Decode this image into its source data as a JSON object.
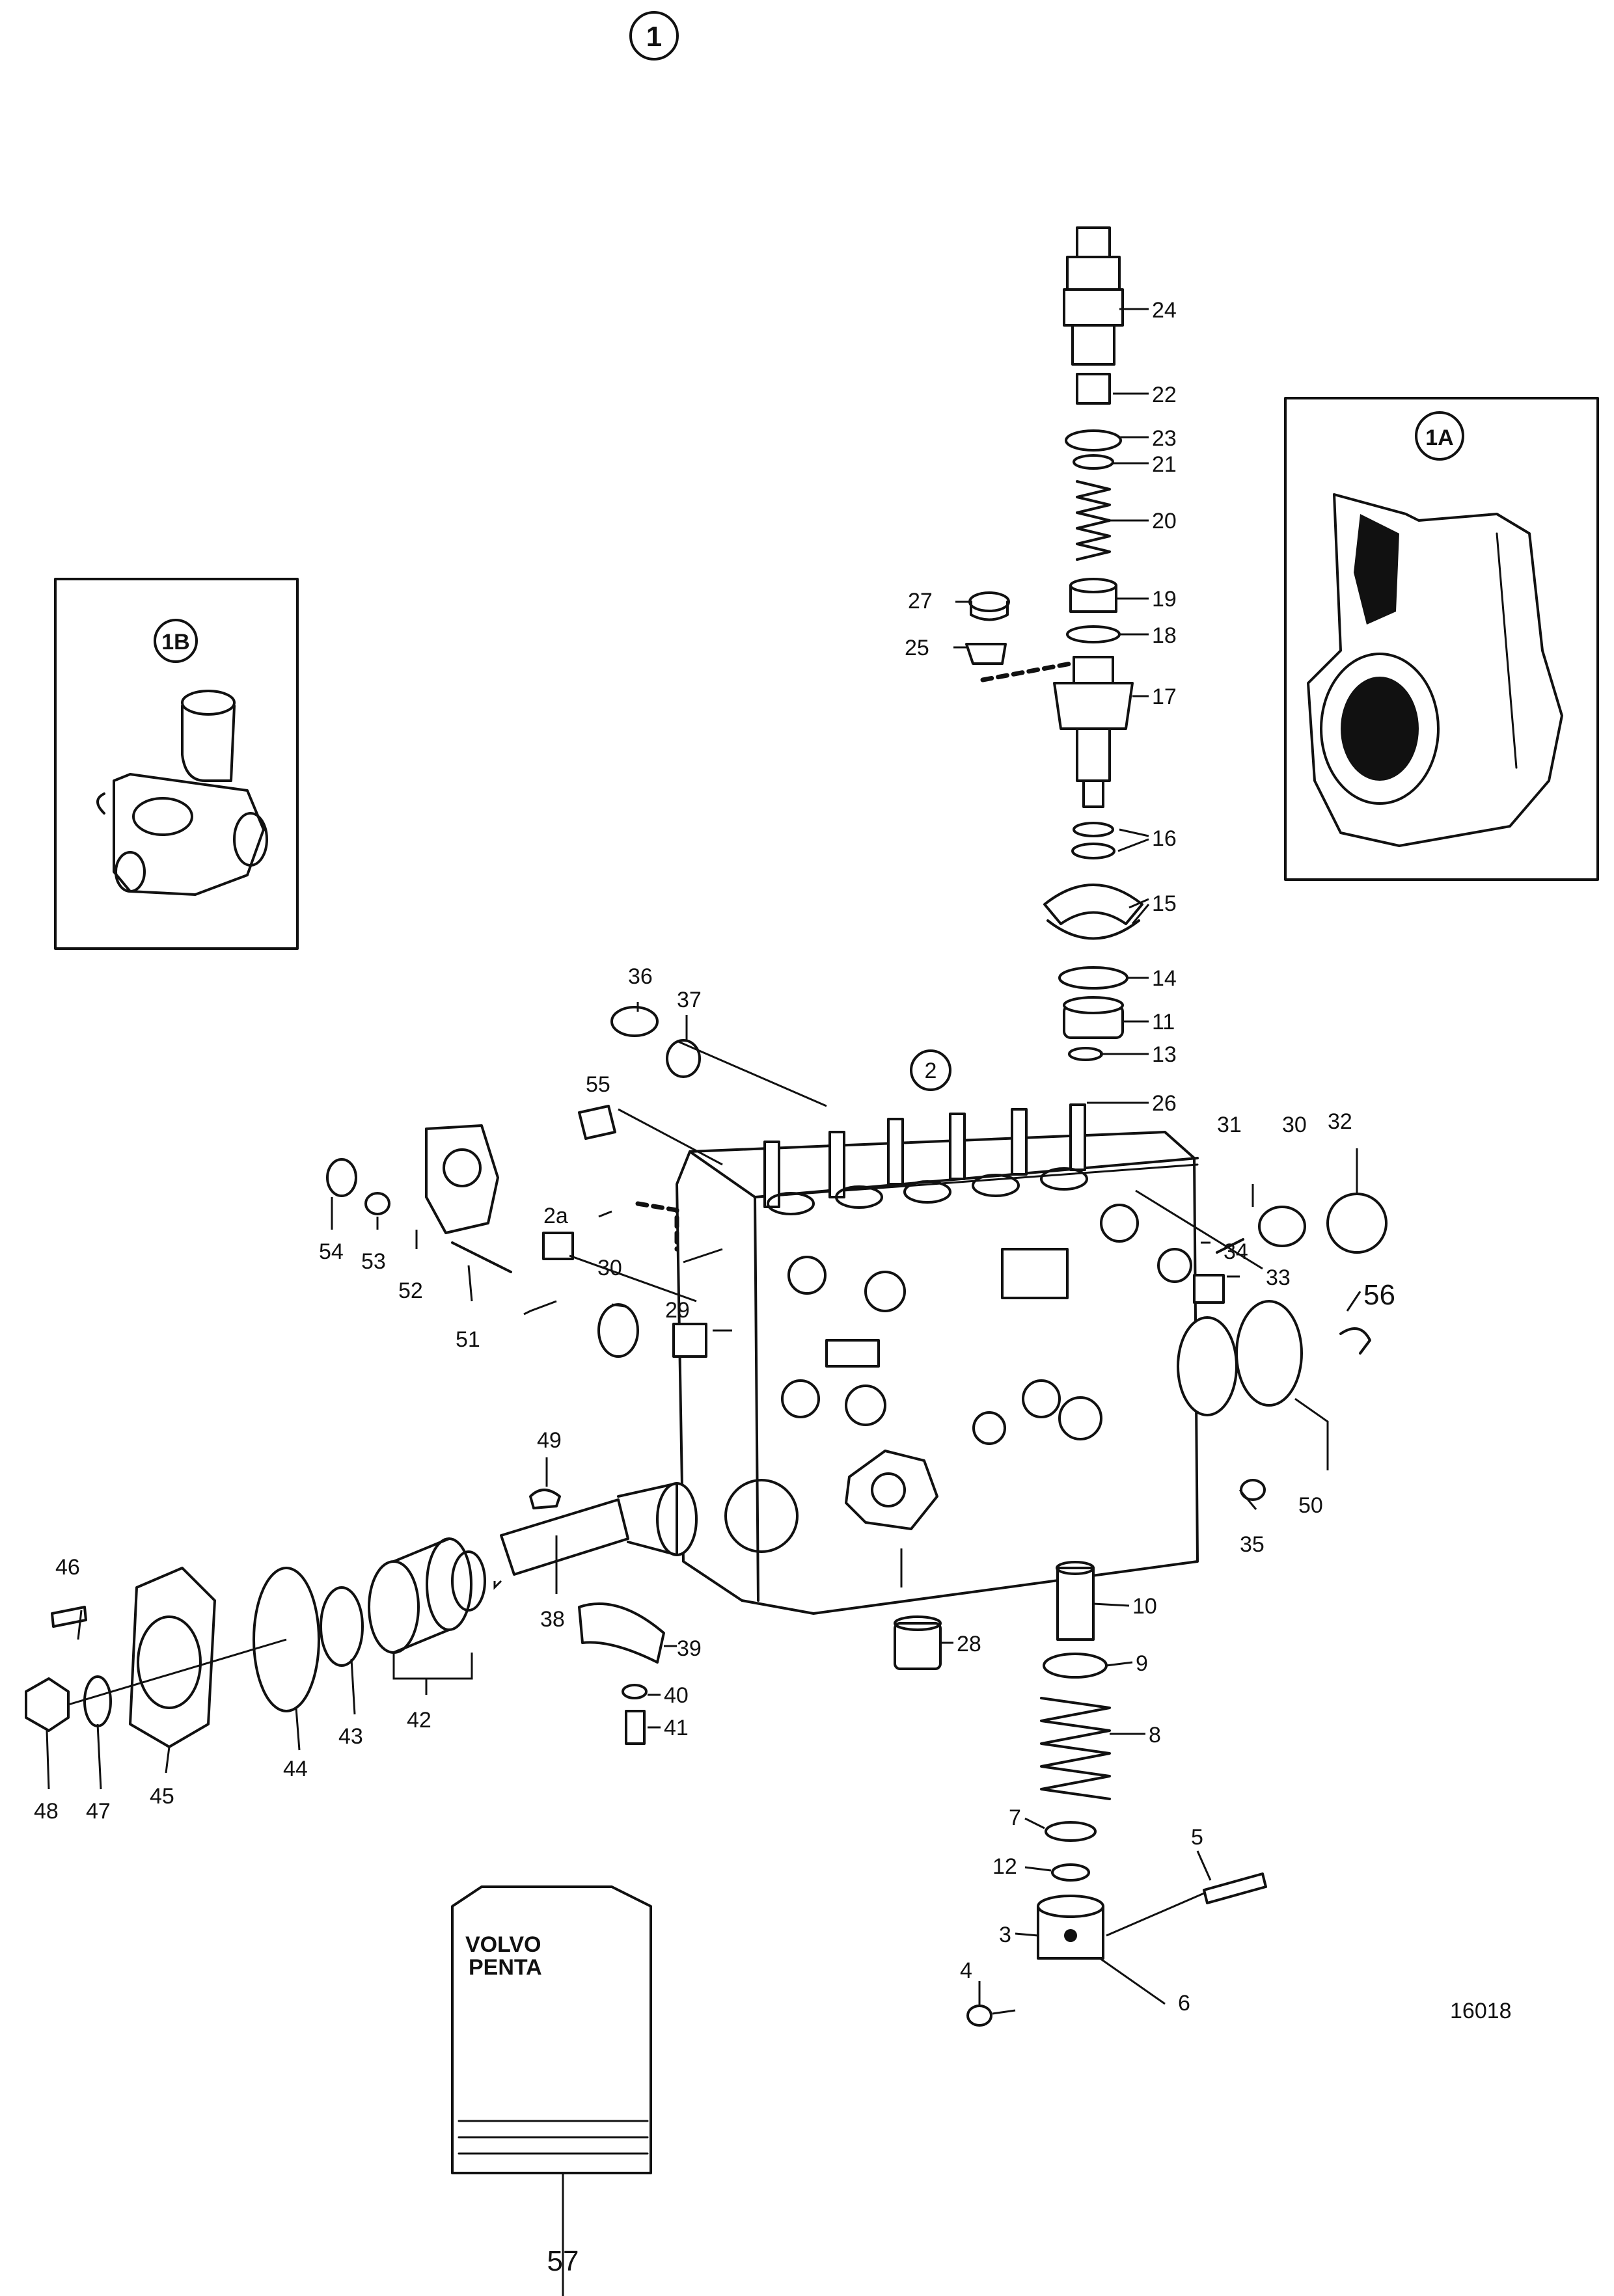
{
  "header": {
    "diagram_number": "1"
  },
  "insets": {
    "a": {
      "label": "1A"
    },
    "b": {
      "label": "1B"
    }
  },
  "drawing_number": "16018",
  "manual": {
    "brand_line_1": "VOLVO",
    "brand_line_2": "PENTA",
    "part_number": "57"
  },
  "callouts": {
    "c2": "2",
    "c2a": "2a",
    "c3": "3",
    "c4": "4",
    "c5": "5",
    "c6": "6",
    "c7": "7",
    "c8": "8",
    "c9": "9",
    "c10": "10",
    "c11": "11",
    "c12": "12",
    "c13": "13",
    "c14": "14",
    "c15": "15",
    "c16": "16",
    "c17": "17",
    "c18": "18",
    "c19": "19",
    "c20": "20",
    "c21": "21",
    "c22": "22",
    "c23": "23",
    "c24": "24",
    "c25": "25",
    "c26": "26",
    "c27": "27",
    "c28": "28",
    "c29": "29",
    "c30a": "30",
    "c30b": "30",
    "c31": "31",
    "c32": "32",
    "c33": "33",
    "c34": "34",
    "c35": "35",
    "c36": "36",
    "c37": "37",
    "c38": "38",
    "c39": "39",
    "c40": "40",
    "c41": "41",
    "c42": "42",
    "c43": "43",
    "c44": "44",
    "c45": "45",
    "c46": "46",
    "c47": "47",
    "c48": "48",
    "c49": "49",
    "c50": "50",
    "c51": "51",
    "c52": "52",
    "c53": "53",
    "c54": "54",
    "c55": "55",
    "c56": "56"
  }
}
